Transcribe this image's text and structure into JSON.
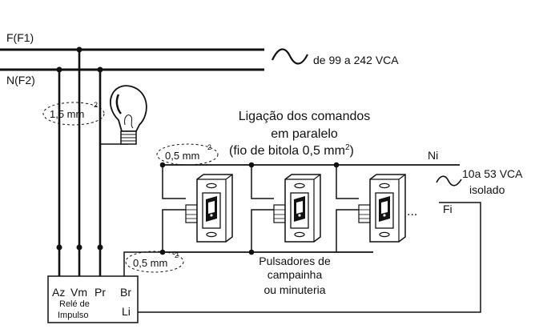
{
  "supply": {
    "phase_label": "F(F1)",
    "neutral_label": "N(F2)",
    "voltage_label": "de 99 a 242 VCA"
  },
  "gauge_lamp": {
    "value": "1,5 mm",
    "sup": "2"
  },
  "gauge_ni": {
    "value": "0,5 mm",
    "sup": "2"
  },
  "gauge_bottom": {
    "value": "0,5 mm",
    "sup": "2"
  },
  "title": {
    "line1": "Ligação dos comandos",
    "line2": "em paralelo",
    "line3_prefix": "(fio de bitola  0,5 mm",
    "line3_sup": "2",
    "line3_suffix": ")"
  },
  "control_lines": {
    "ni_label": "Ni",
    "fi_label": "Fi",
    "isolated_voltage_line1": "10a 53 VCA",
    "isolated_voltage_line2": "isolado"
  },
  "ellipsis": "...",
  "pushbuttons_caption": [
    "Pulsadores de",
    "campainha",
    "ou minuteria"
  ],
  "relay": {
    "terminals_top": [
      "Az",
      "Vm",
      "Pr",
      "Br"
    ],
    "name_line1": "Relé de",
    "name_line2": "Impulso",
    "terminal_li": "Li"
  },
  "icons": {
    "ac": "sine-wave-icon",
    "lamp": "light-bulb-icon",
    "switch": "pushbutton-switch-icon"
  }
}
